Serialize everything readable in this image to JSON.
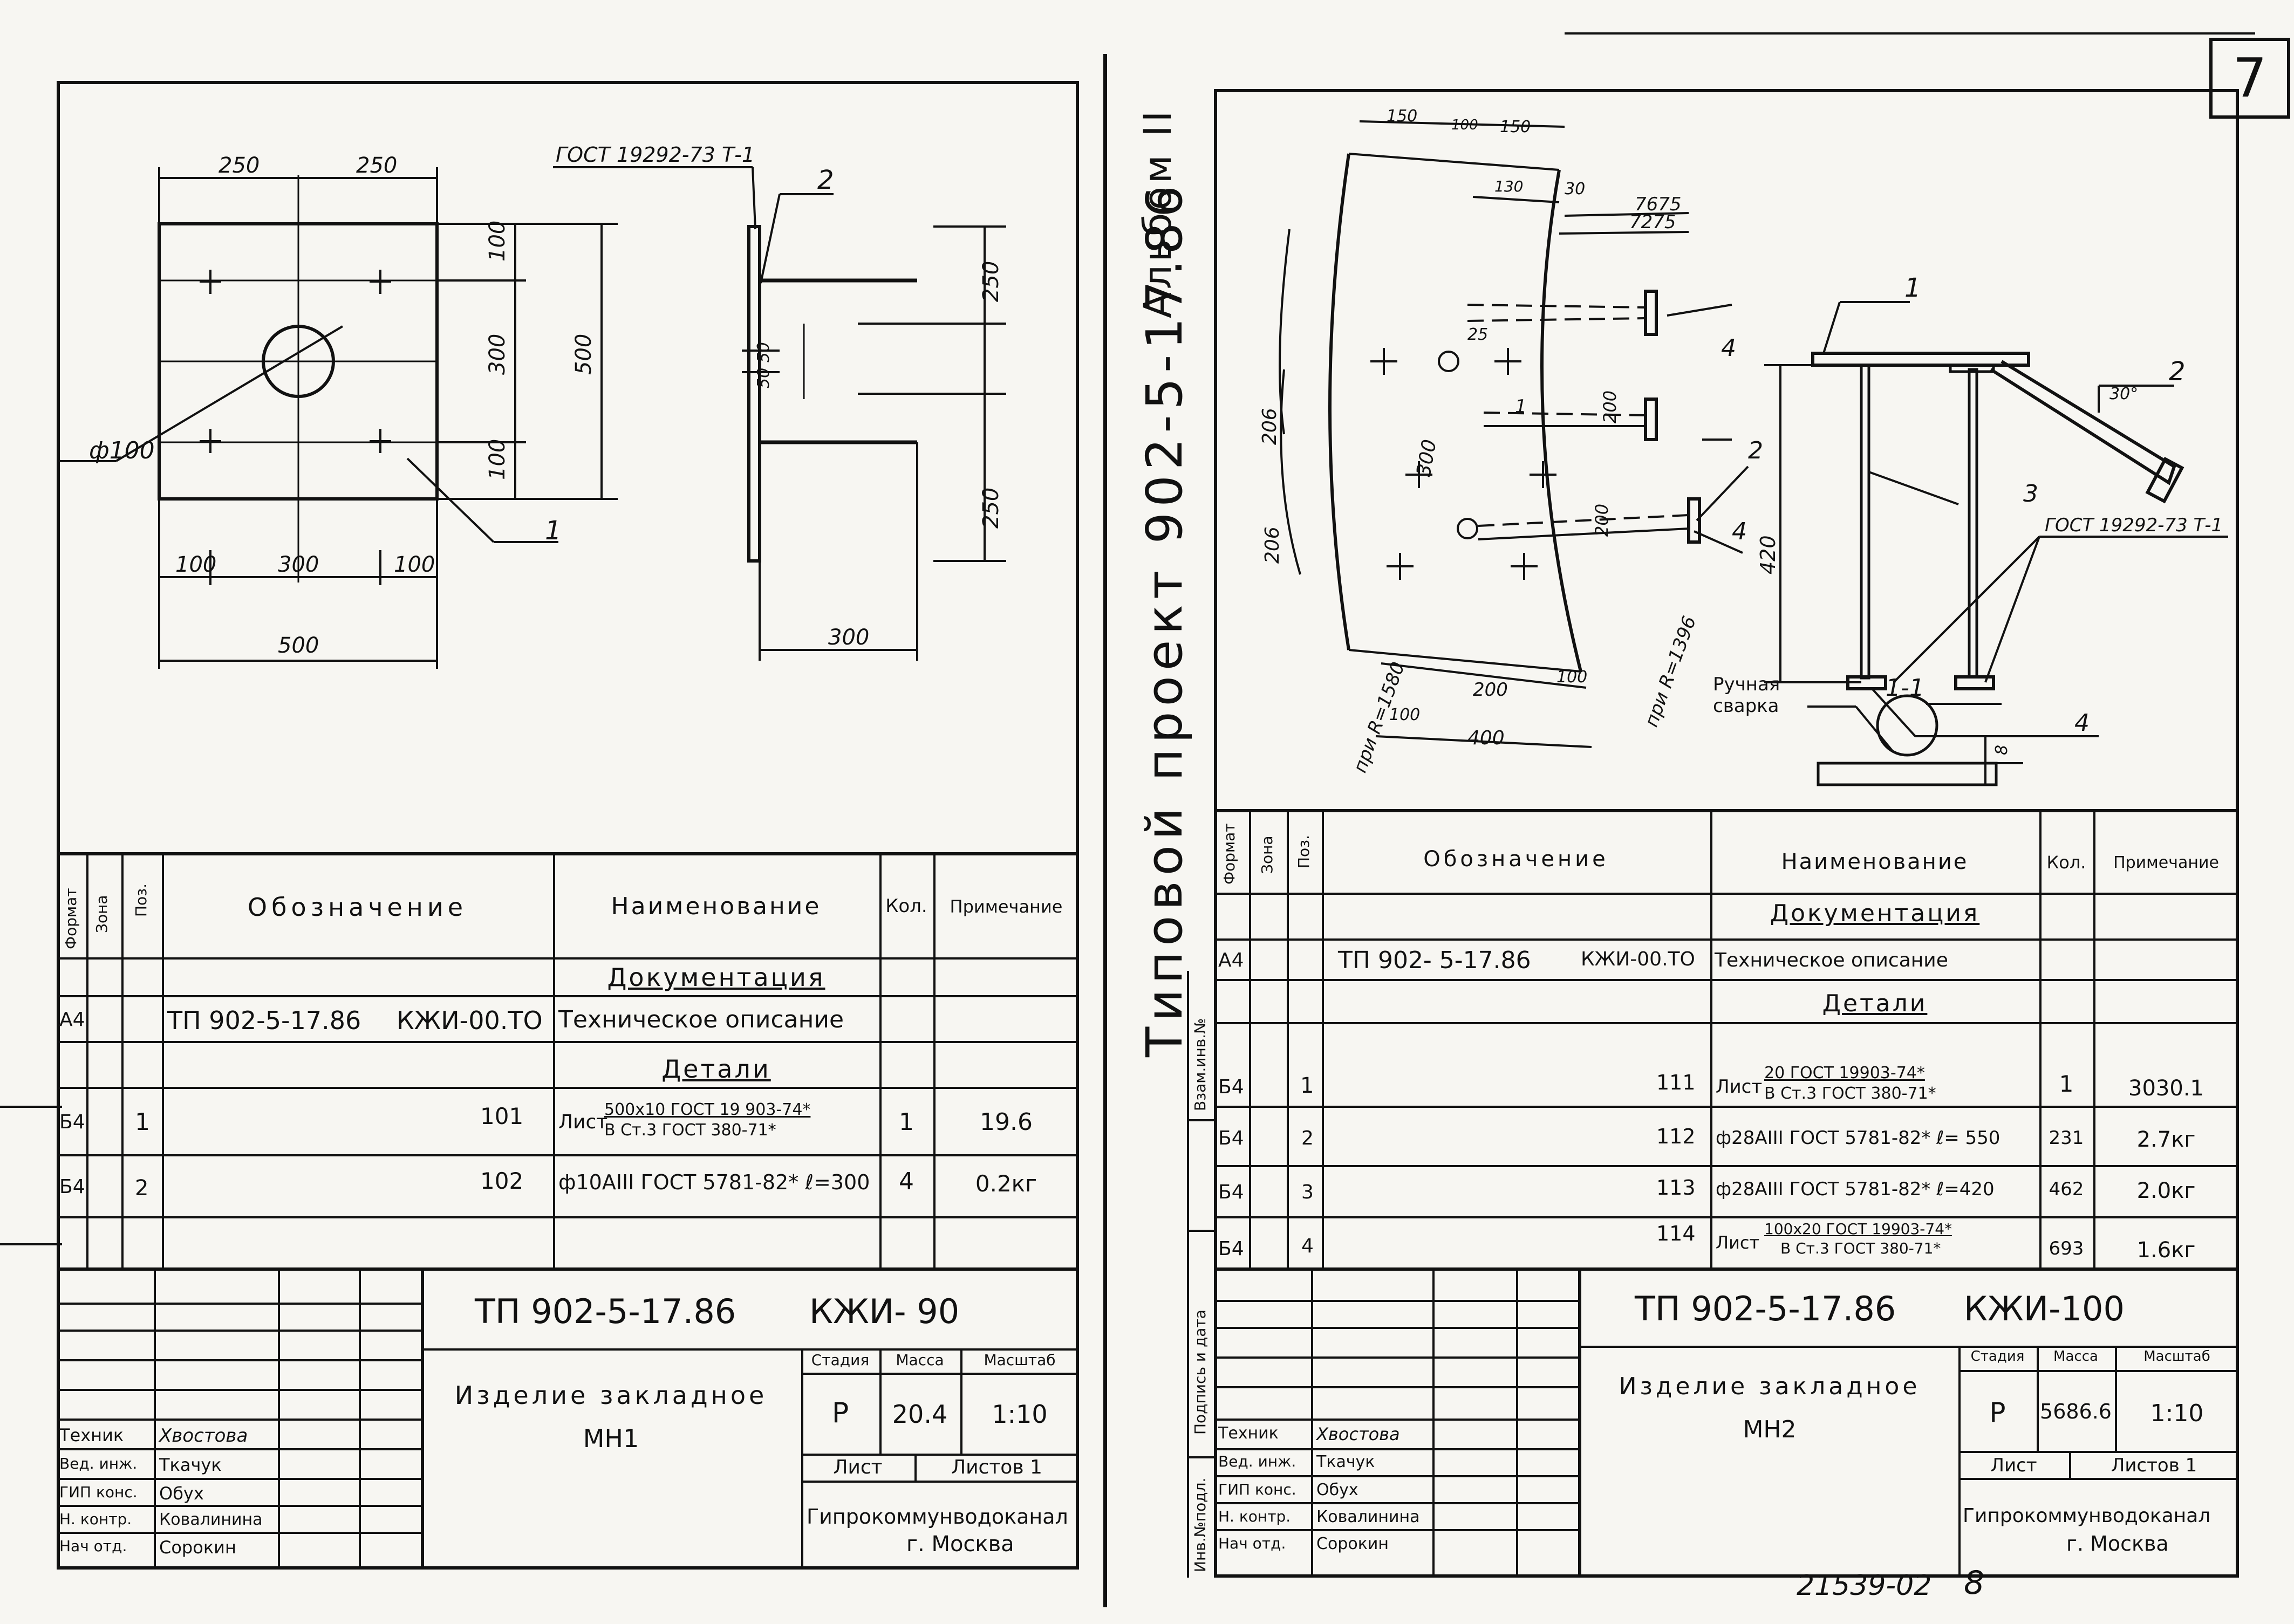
{
  "page_number": "7",
  "bottom_number": "21539-02",
  "bottom_page": "8",
  "side_title": {
    "album": "Альбом II",
    "project": "Типовой проект 902-5-17.86"
  },
  "side_labels": [
    "Инв.№подл.",
    "Подпись и дата",
    "Взам.инв.№"
  ],
  "headers": {
    "format": "Формат",
    "zone": "Зона",
    "pos": "Поз.",
    "designation": "Обозначение",
    "name": "Наименование",
    "qty": "Кол.",
    "note": "Примечание"
  },
  "sheet_left": {
    "drawing": {
      "dims": {
        "top_a": "250",
        "top_b": "250",
        "right_a": "100",
        "right_b": "300",
        "right_c": "100",
        "right_total": "500",
        "bottom_a": "100",
        "bottom_b": "300",
        "bottom_c": "100",
        "bottom_total": "500",
        "diameter": "ф100",
        "side_gost": "ГОСТ 19292-73 Т-1",
        "side_h_a": "250",
        "side_h_b": "250",
        "side_gap": "50 50",
        "side_w": "300",
        "callout_1": "1",
        "callout_2": "2"
      }
    },
    "section_doc": "Документация",
    "section_parts": "Детали",
    "rows": [
      {
        "format": "А4",
        "zone": "",
        "pos": "",
        "designation": "ТП 902-5-17.86",
        "code": "КЖИ-00.ТО",
        "name": "Техническое описание",
        "name_sub": "",
        "qty": "",
        "note": ""
      },
      {
        "format": "Б4",
        "zone": "",
        "pos": "1",
        "designation": "",
        "code": "101",
        "name": "Лист",
        "name_top": "500х10 ГОСТ 19 903-74*",
        "name_sub": "В Ст.3 ГОСТ 380-71*",
        "qty": "1",
        "note": "19.6"
      },
      {
        "format": "Б4",
        "zone": "",
        "pos": "2",
        "designation": "",
        "code": "102",
        "name": "ф10АIII ГОСТ 5781-82* ℓ=300",
        "name_sub": "",
        "qty": "4",
        "note": "0.2кг"
      }
    ],
    "stamp": {
      "doc_code": "ТП 902-5-17.86",
      "doc_suffix": "КЖИ- 90",
      "item_title": "Изделие закладное",
      "item_mark": "МН1",
      "stage_label": "Стадия",
      "mass_label": "Масса",
      "scale_label": "Масштаб",
      "stage": "Р",
      "mass": "20.4",
      "scale": "1:10",
      "sheet_label": "Лист",
      "sheets_label": "Листов 1",
      "org": "Гипрокоммунводоканал",
      "city": "г. Москва",
      "people": [
        {
          "role": "Техник",
          "name": "Хвостова"
        },
        {
          "role": "Вед. инж.",
          "name": "Ткачук"
        },
        {
          "role": "ГИП конс.",
          "name": "Обух"
        },
        {
          "role": "Н. контр.",
          "name": "Ковалинина"
        },
        {
          "role": "Нач отд.",
          "name": "Сорокин"
        }
      ]
    }
  },
  "sheet_right": {
    "drawing": {
      "dims": {
        "d150a": "150",
        "d100": "100",
        "d150b": "150",
        "d130": "130",
        "d30": "30",
        "r7675": "7675",
        "r7275": "7275",
        "d25": "25",
        "d206a": "206",
        "d206b": "206",
        "d300": "300",
        "d200a": "200",
        "d200b": "200",
        "b100a": "100",
        "b200": "200",
        "b100b": "100",
        "b400": "400",
        "r1580": "при R=1580",
        "r1396": "при R=1396",
        "c1": "1",
        "c2": "2",
        "c3": "3",
        "c4": "4",
        "c2b": "2",
        "c4b": "4",
        "c4c": "4",
        "h420": "420",
        "angle": "30°",
        "gost": "ГОСТ 19292-73 Т-1",
        "weld_label_1": "Ручная",
        "weld_label_2": "сварка",
        "section": "1-1",
        "weld_size": "8"
      }
    },
    "section_doc": "Документация",
    "section_parts": "Детали",
    "rows": [
      {
        "format": "А4",
        "zone": "",
        "pos": "",
        "designation": "ТП 902- 5-17.86",
        "code": "КЖИ-00.ТО",
        "name": "Техническое описание",
        "qty": "",
        "note": ""
      },
      {
        "format": "Б4",
        "zone": "",
        "pos": "1",
        "designation": "",
        "code": "111",
        "name": "Лист",
        "name_top": "20 ГОСТ 19903-74*",
        "name_sub": "В Ст.3 ГОСТ 380-71*",
        "qty": "1",
        "note": "3030.1"
      },
      {
        "format": "Б4",
        "zone": "",
        "pos": "2",
        "designation": "",
        "code": "112",
        "name": "ф28АIII ГОСТ 5781-82* ℓ= 550",
        "qty": "231",
        "note": "2.7кг"
      },
      {
        "format": "Б4",
        "zone": "",
        "pos": "3",
        "designation": "",
        "code": "113",
        "name": "ф28АIII ГОСТ 5781-82* ℓ=420",
        "qty": "462",
        "note": "2.0кг"
      },
      {
        "format": "Б4",
        "zone": "",
        "pos": "4",
        "designation": "",
        "code": "114",
        "name": "Лист",
        "name_top": "100х20 ГОСТ 19903-74*",
        "name_sub": "В Ст.3 ГОСТ 380-71*",
        "qty": "693",
        "note": "1.6кг"
      }
    ],
    "stamp": {
      "doc_code": "ТП 902-5-17.86",
      "doc_suffix": "КЖИ-100",
      "item_title": "Изделие закладное",
      "item_mark": "МН2",
      "stage_label": "Стадия",
      "mass_label": "Масса",
      "scale_label": "Масштаб",
      "stage": "Р",
      "mass": "5686.6",
      "scale": "1:10",
      "sheet_label": "Лист",
      "sheets_label": "Листов 1",
      "org": "Гипрокоммунводоканал",
      "city": "г. Москва",
      "people": [
        {
          "role": "Техник",
          "name": "Хвостова"
        },
        {
          "role": "Вед. инж.",
          "name": "Ткачук"
        },
        {
          "role": "ГИП конс.",
          "name": "Обух"
        },
        {
          "role": "Н. контр.",
          "name": "Ковалинина"
        },
        {
          "role": "Нач отд.",
          "name": "Сорокин"
        }
      ]
    }
  }
}
